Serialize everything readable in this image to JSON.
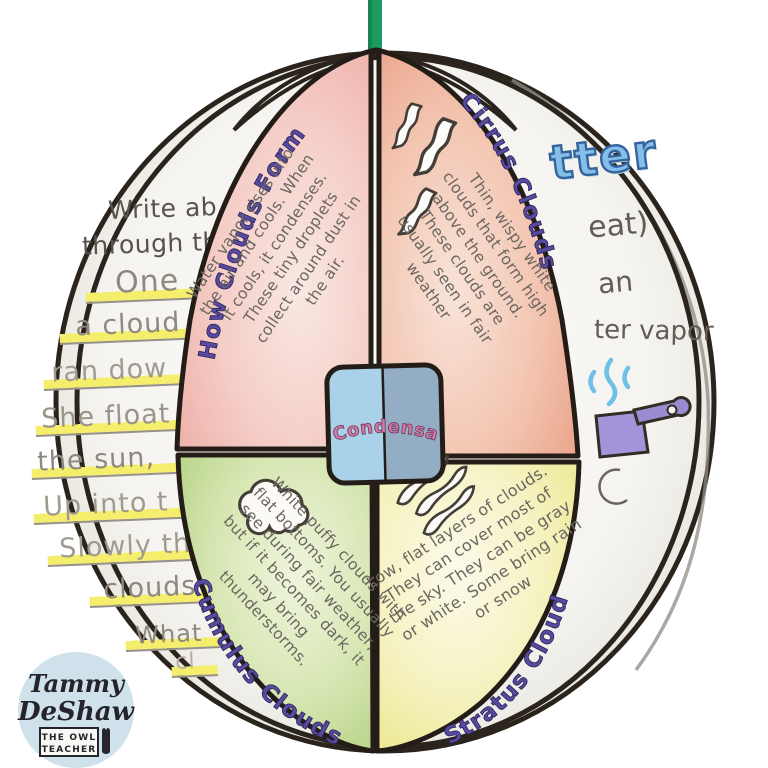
{
  "sphere": {
    "center_label": "Condensation",
    "quadrants": [
      {
        "title": "How Clouds Form",
        "color": "#efb3ab",
        "text": "Water vapor rises into the air and cools. When it cools, it condenses. These tiny droplets collect around dust in the air."
      },
      {
        "title": "Cirrus Clouds",
        "color": "#eda88f",
        "text": "Thin, wispy white clouds that form high above the ground. These clouds are usually seen in fair weather"
      },
      {
        "title": "Cumulus Clouds",
        "color": "#b9d587",
        "text": "White puffy clouds with flat bottoms. You usually see during fair weather, but if it becomes dark, it may bring thunderstorms."
      },
      {
        "title": "Stratus Clouds",
        "color": "#eeeb98",
        "text": "Low, flat layers of clouds. They can cover most of the sky. They can be gray or white. Some bring rain or snow"
      }
    ]
  },
  "left_page": {
    "header_line1": "Write ab",
    "header_line2": "through the",
    "rows": [
      {
        "word": "One"
      },
      {
        "word": "a cloud"
      },
      {
        "word": "ran dow"
      },
      {
        "word": "She float"
      },
      {
        "word": "the sun,"
      },
      {
        "word": "Up into t"
      },
      {
        "word": "Slowly th"
      },
      {
        "word": "clouds"
      },
      {
        "word": "What"
      },
      {
        "word": "cl"
      }
    ]
  },
  "right_page": {
    "title_fragment": "tter",
    "fragment1": "eat)",
    "fragment2": "an",
    "fragment3": "ter vapor"
  },
  "watermark": {
    "name_line1": "Tammy",
    "name_line2": "DeShaw",
    "sub_line1": "THE OWL",
    "sub_line2": "TEACHER"
  },
  "colors": {
    "string": "#1e9b5e",
    "title_ink": "#584a9e",
    "pencil": "#6b6660",
    "condensation_left": "#a9d1e8",
    "condensation_right": "#93adc5",
    "condensation_text": "#cf7fa9",
    "bubble_blue": "#84bfe9",
    "highlighter": "#f4ee6c"
  }
}
